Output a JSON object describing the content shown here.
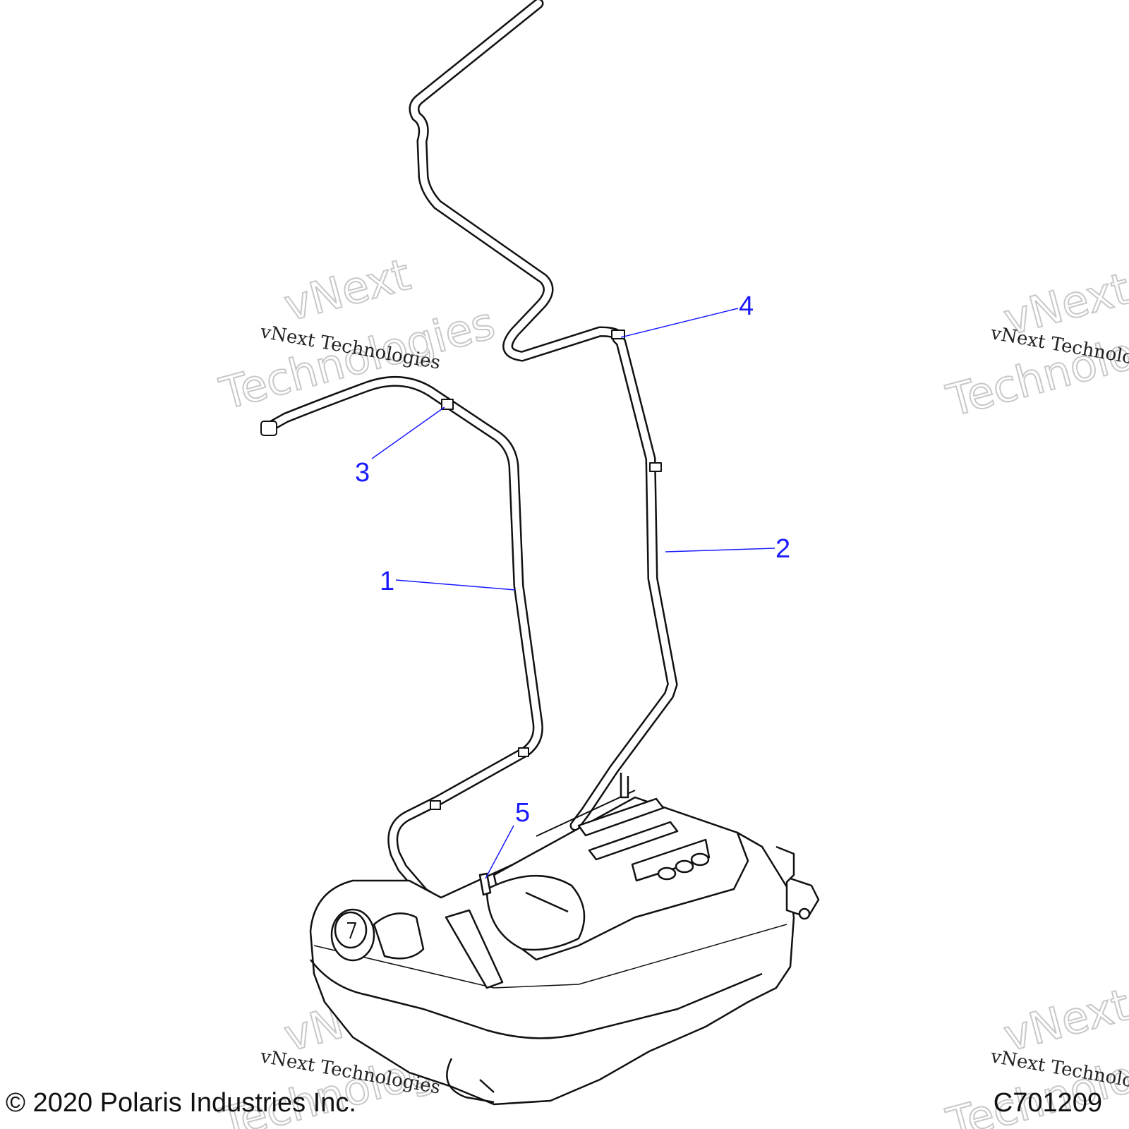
{
  "callouts": [
    {
      "label": "1"
    },
    {
      "label": "2"
    },
    {
      "label": "3"
    },
    {
      "label": "4"
    },
    {
      "label": "5"
    }
  ],
  "watermark": {
    "line": "vNext Technologies",
    "big_top": "vNext",
    "big_bottom": "Technologies"
  },
  "footer": {
    "copyright": "© 2020 Polaris Industries Inc.",
    "figure_code": "C701209"
  },
  "colors": {
    "callout": "#1a1aff",
    "line": "#111111",
    "watermark": "#c8c8c8"
  }
}
